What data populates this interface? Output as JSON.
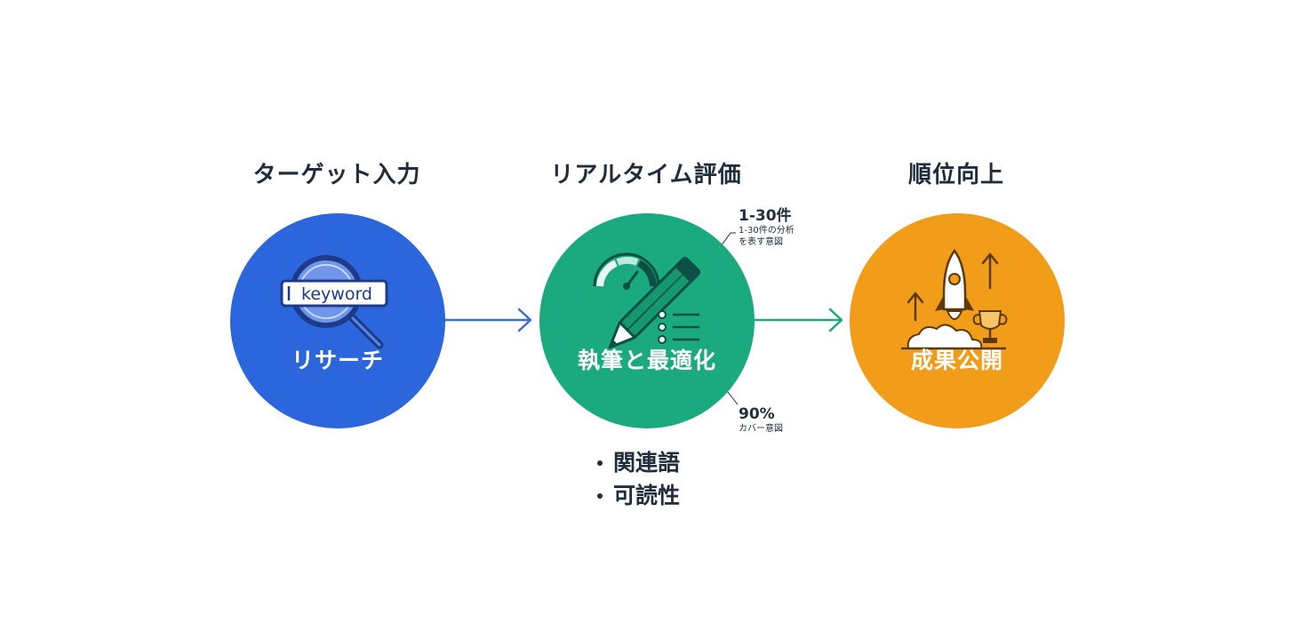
{
  "colors": {
    "research": "#2b66dc",
    "writing": "#1baa7f",
    "publish": "#f19d1a",
    "text": "#1f2d3d",
    "arrow_blue": "#3a6fd8",
    "arrow_green": "#20a57d"
  },
  "stages": [
    {
      "title": "ターゲット入力",
      "label": "リサーチ",
      "icon": "magnifier-keyword-icon",
      "search_text": "keyword"
    },
    {
      "title": "リアルタイム評価",
      "label": "執筆と最適化",
      "icon": "pencil-gauge-icon"
    },
    {
      "title": "順位向上",
      "label": "成果公開",
      "icon": "rocket-trophy-icon"
    }
  ],
  "annotations": {
    "top": {
      "value": "1-30件",
      "line1": "1-30件の分析",
      "line2": "を表す意図"
    },
    "bottom": {
      "value": "90%",
      "line1": "カバー意図"
    }
  },
  "bullets": [
    "関連語",
    "可読性"
  ]
}
